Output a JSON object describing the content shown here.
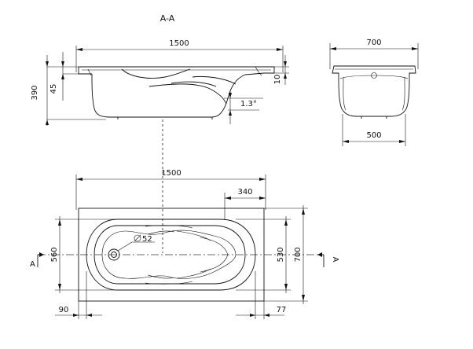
{
  "section_title": "A-A",
  "side_view": {
    "length": "1500",
    "height": "390",
    "rim_depth": "45",
    "edge_thickness": "10",
    "slope": "1.3°"
  },
  "end_view": {
    "top_width": "700",
    "bottom_width": "500"
  },
  "plan_view": {
    "length": "1500",
    "headrest_length": "340",
    "inner_width": "560",
    "width_530": "530",
    "width": "700",
    "drain_diameter": "52",
    "offset_left": "90",
    "offset_right": "77",
    "section_marker_left": "A",
    "section_marker_right": "A"
  }
}
